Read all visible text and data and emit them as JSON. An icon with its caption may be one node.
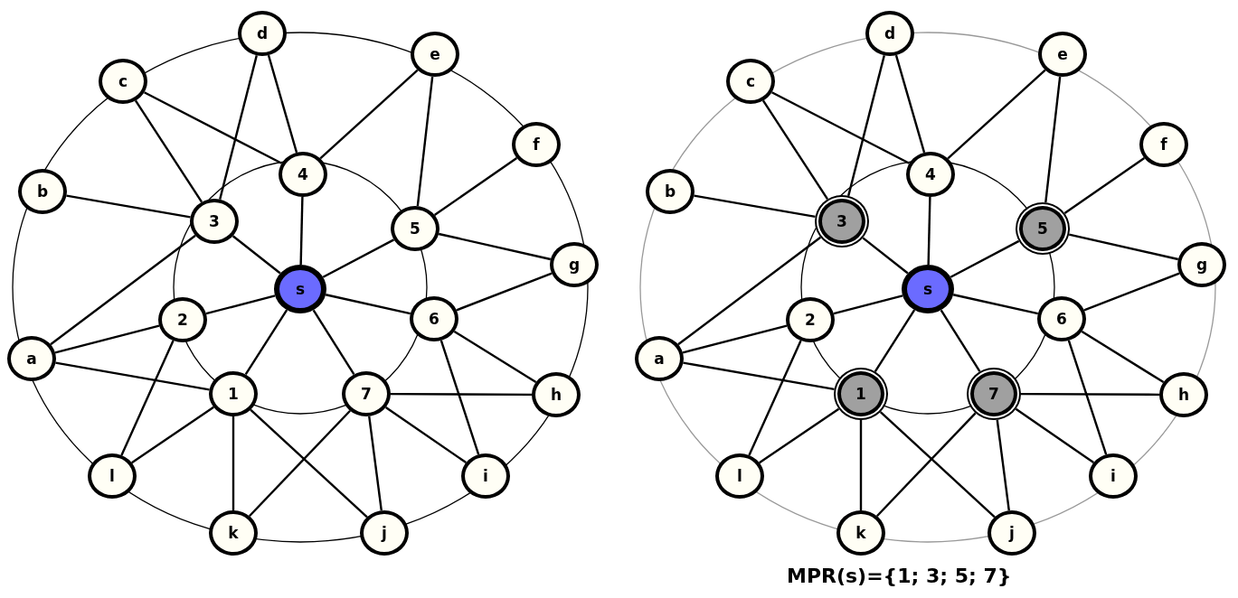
{
  "diagram": {
    "nodes": [
      {
        "text": [
          "d"
        ]
      },
      {
        "text": [
          "e"
        ]
      },
      {
        "text": [
          "c"
        ]
      },
      {
        "text": [
          "f"
        ]
      },
      {
        "text": [
          "4"
        ]
      },
      {
        "text": [
          "b"
        ]
      },
      {
        "text": [
          "3"
        ]
      },
      {
        "text": [
          "5"
        ]
      },
      {
        "text": [
          "g"
        ]
      },
      {
        "text": [
          "s"
        ]
      },
      {
        "text": [
          "2"
        ]
      },
      {
        "text": [
          "6"
        ]
      },
      {
        "text": [
          "a"
        ]
      },
      {
        "text": [
          "1"
        ]
      },
      {
        "text": [
          "7"
        ]
      },
      {
        "text": [
          "h"
        ]
      },
      {
        "text": [
          "l"
        ]
      },
      {
        "text": [
          "i"
        ]
      },
      {
        "text": [
          "k"
        ]
      },
      {
        "text": [
          "j"
        ]
      },
      {
        "text": [
          "d"
        ]
      },
      {
        "text": [
          "e"
        ]
      },
      {
        "text": [
          "c"
        ]
      },
      {
        "text": [
          "f"
        ]
      },
      {
        "text": [
          "4"
        ]
      },
      {
        "text": [
          "b"
        ]
      },
      {
        "text": [
          "3"
        ]
      },
      {
        "text": [
          "5"
        ]
      },
      {
        "text": [
          "g"
        ]
      },
      {
        "text": [
          "s"
        ]
      },
      {
        "text": [
          "2"
        ]
      },
      {
        "text": [
          "6"
        ]
      },
      {
        "text": [
          "a"
        ]
      },
      {
        "text": [
          "1"
        ]
      },
      {
        "text": [
          "7"
        ]
      },
      {
        "text": [
          "h"
        ]
      },
      {
        "text": [
          "l"
        ]
      },
      {
        "text": [
          "i"
        ]
      },
      {
        "text": [
          "k"
        ]
      },
      {
        "text": [
          "j"
        ]
      }
    ],
    "edges": [
      {
        "from": 9,
        "to": 4,
        "arrow": "none"
      },
      {
        "from": 9,
        "to": 6,
        "arrow": "none"
      },
      {
        "from": 9,
        "to": 7,
        "arrow": "none"
      },
      {
        "from": 9,
        "to": 10,
        "arrow": "none"
      },
      {
        "from": 9,
        "to": 11,
        "arrow": "none"
      },
      {
        "from": 9,
        "to": 13,
        "arrow": "none"
      },
      {
        "from": 9,
        "to": 14,
        "arrow": "none"
      },
      {
        "from": 4,
        "to": 2,
        "arrow": "none"
      },
      {
        "from": 4,
        "to": 0,
        "arrow": "none"
      },
      {
        "from": 4,
        "to": 1,
        "arrow": "none"
      },
      {
        "from": 6,
        "to": 2,
        "arrow": "none"
      },
      {
        "from": 6,
        "to": 0,
        "arrow": "none"
      },
      {
        "from": 6,
        "to": 5,
        "arrow": "none"
      },
      {
        "from": 6,
        "to": 12,
        "arrow": "none"
      },
      {
        "from": 7,
        "to": 1,
        "arrow": "none"
      },
      {
        "from": 7,
        "to": 3,
        "arrow": "none"
      },
      {
        "from": 7,
        "to": 8,
        "arrow": "none"
      },
      {
        "from": 10,
        "to": 12,
        "arrow": "none"
      },
      {
        "from": 10,
        "to": 16,
        "arrow": "none"
      },
      {
        "from": 11,
        "to": 8,
        "arrow": "none"
      },
      {
        "from": 11,
        "to": 15,
        "arrow": "none"
      },
      {
        "from": 11,
        "to": 17,
        "arrow": "none"
      },
      {
        "from": 13,
        "to": 12,
        "arrow": "none"
      },
      {
        "from": 13,
        "to": 16,
        "arrow": "none"
      },
      {
        "from": 13,
        "to": 18,
        "arrow": "none"
      },
      {
        "from": 13,
        "to": 19,
        "arrow": "none"
      },
      {
        "from": 14,
        "to": 18,
        "arrow": "none"
      },
      {
        "from": 14,
        "to": 19,
        "arrow": "none"
      },
      {
        "from": 14,
        "to": 15,
        "arrow": "none"
      },
      {
        "from": 14,
        "to": 17,
        "arrow": "none"
      },
      {
        "from": 29,
        "to": 24,
        "arrow": "none"
      },
      {
        "from": 29,
        "to": 26,
        "arrow": "none"
      },
      {
        "from": 29,
        "to": 27,
        "arrow": "none"
      },
      {
        "from": 29,
        "to": 30,
        "arrow": "none"
      },
      {
        "from": 29,
        "to": 31,
        "arrow": "none"
      },
      {
        "from": 29,
        "to": 33,
        "arrow": "none"
      },
      {
        "from": 29,
        "to": 34,
        "arrow": "none"
      },
      {
        "from": 24,
        "to": 22,
        "arrow": "none"
      },
      {
        "from": 24,
        "to": 20,
        "arrow": "none"
      },
      {
        "from": 24,
        "to": 21,
        "arrow": "none"
      },
      {
        "from": 26,
        "to": 22,
        "arrow": "none"
      },
      {
        "from": 26,
        "to": 20,
        "arrow": "none"
      },
      {
        "from": 26,
        "to": 25,
        "arrow": "none"
      },
      {
        "from": 26,
        "to": 32,
        "arrow": "none"
      },
      {
        "from": 27,
        "to": 21,
        "arrow": "none"
      },
      {
        "from": 27,
        "to": 23,
        "arrow": "none"
      },
      {
        "from": 27,
        "to": 28,
        "arrow": "none"
      },
      {
        "from": 30,
        "to": 32,
        "arrow": "none"
      },
      {
        "from": 30,
        "to": 36,
        "arrow": "none"
      },
      {
        "from": 31,
        "to": 28,
        "arrow": "none"
      },
      {
        "from": 31,
        "to": 35,
        "arrow": "none"
      },
      {
        "from": 31,
        "to": 37,
        "arrow": "none"
      },
      {
        "from": 33,
        "to": 32,
        "arrow": "none"
      },
      {
        "from": 33,
        "to": 36,
        "arrow": "none"
      },
      {
        "from": 33,
        "to": 38,
        "arrow": "none"
      },
      {
        "from": 33,
        "to": 39,
        "arrow": "none"
      },
      {
        "from": 34,
        "to": 38,
        "arrow": "none"
      },
      {
        "from": 34,
        "to": 39,
        "arrow": "none"
      },
      {
        "from": 34,
        "to": 35,
        "arrow": "none"
      },
      {
        "from": 34,
        "to": 37,
        "arrow": "none"
      }
    ],
    "labels": [
      "MPR(s)={1; 3; 5; 7}"
    ]
  }
}
